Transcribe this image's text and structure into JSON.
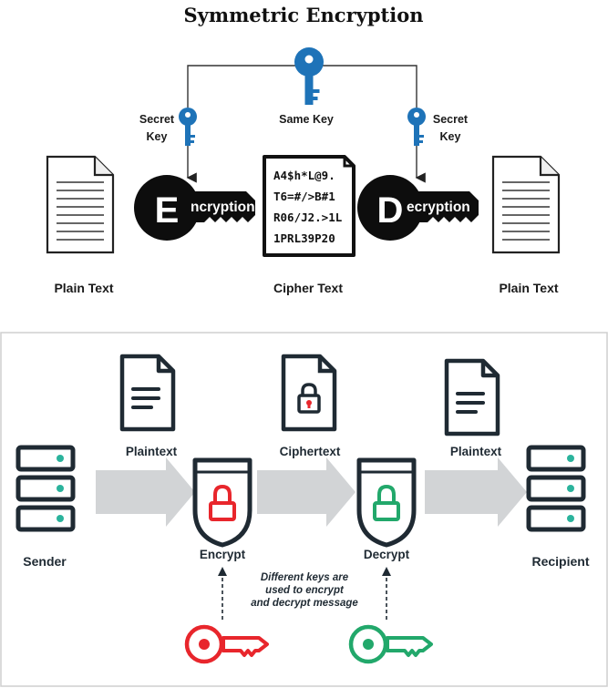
{
  "top": {
    "title": "Symmetric Encryption",
    "same_key": "Same Key",
    "secret_key_line1": "Secret",
    "secret_key_line2": "Key",
    "encryption_initial": "E",
    "encryption_rest": "ncryption",
    "decryption_initial": "D",
    "decryption_rest": "ecryption",
    "cipher_lines": [
      "A4$h*L@9.",
      "T6=#/>B#1",
      "R06/J2.>1L",
      "1PRL39P20"
    ],
    "plain_text_left": "Plain Text",
    "cipher_text": "Cipher Text",
    "plain_text_right": "Plain Text"
  },
  "bottom": {
    "sender": "Sender",
    "plaintext_left": "Plaintext",
    "ciphertext": "Ciphertext",
    "plaintext_right": "Plaintext",
    "recipient": "Recipient",
    "encrypt": "Encrypt",
    "decrypt": "Decrypt",
    "note_lines": [
      "Different keys are",
      "used to encrypt",
      "and decrypt message"
    ]
  },
  "colors": {
    "key_blue": "#1e73b8",
    "red": "#e8262c",
    "green": "#22a86b",
    "navy": "#1f2a33",
    "arrow_gray": "#d2d4d6",
    "server_dot": "#2bb39c"
  }
}
